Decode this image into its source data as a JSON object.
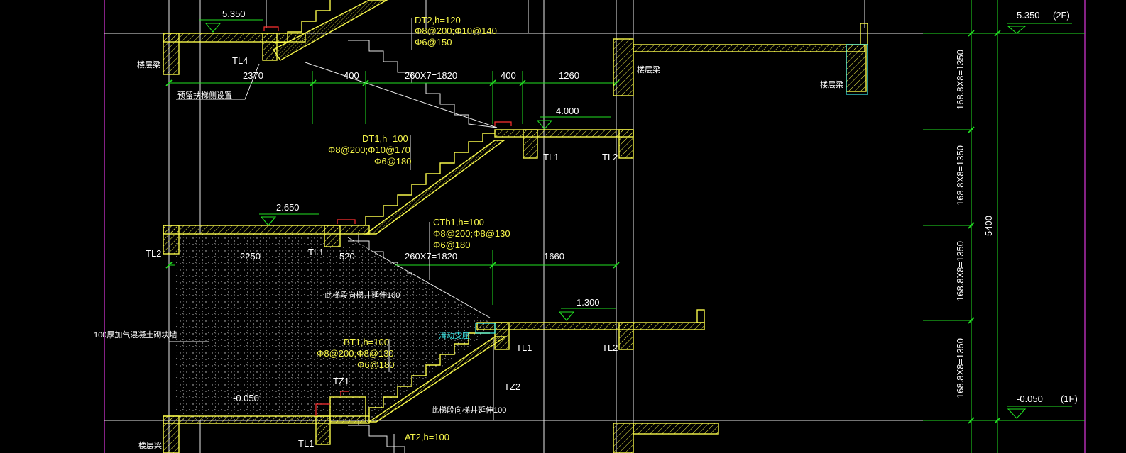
{
  "drawing": {
    "colors": {
      "background": "#000000",
      "concrete_outline": "#f7f74a",
      "dimension": "#22e022",
      "axis": "#cc33cc",
      "text": "#ffffff",
      "rebar_text": "#f7f74a",
      "note_cyan": "#3cf0f0",
      "red_marker": "#ff3030",
      "grid_white": "#ffffff"
    },
    "levels": {
      "top_left": "5.350",
      "landing_4000": "4.000",
      "landing_2650": "2.650",
      "landing_1300": "1.300",
      "ground_left": "-0.050",
      "right_2f": "5.350",
      "right_2f_tag": "(2F)",
      "right_1f": "-0.050",
      "right_1f_tag": "(1F)"
    },
    "dimensions": {
      "upper_row": [
        "2370",
        "400",
        "260X7=1820",
        "400",
        "1260"
      ],
      "lower_row": [
        "2250",
        "520",
        "260X7=1820",
        "1660"
      ],
      "vertical": [
        "168.8X8=1350",
        "168.8X8=1350",
        "168.8X8=1350",
        "168.8X8=1350"
      ],
      "total_vertical": "5400"
    },
    "flights": {
      "dt2": {
        "name": "DT2,h=120",
        "rebar1": "Φ8@200;Φ10@140",
        "rebar2": "Φ6@150"
      },
      "dt1": {
        "name": "DT1,h=100",
        "rebar1": "Φ8@200;Φ10@170",
        "rebar2": "Φ6@180"
      },
      "ctb1": {
        "name": "CTb1,h=100",
        "rebar1": "Φ8@200;Φ8@130",
        "rebar2": "Φ6@180"
      },
      "bt1": {
        "name": "BT1,h=100",
        "rebar1": "Φ8@200;Φ8@130",
        "rebar2": "Φ6@180"
      },
      "at2": {
        "name": "AT2,h=100"
      }
    },
    "beam_labels": {
      "tl4": "TL4",
      "tl1_a": "TL1",
      "tl2_a": "TL2",
      "tl2_left": "TL2",
      "tl1_b": "TL1",
      "tl1_c": "TL1",
      "tl2_b": "TL2",
      "tl1_bottom": "TL1",
      "tz1": "TZ1",
      "tz2": "TZ2"
    },
    "notes": {
      "floor_beam_left_top": "楼层梁",
      "floor_beam_right_a": "楼层梁",
      "floor_beam_right_b": "楼层梁",
      "floor_beam_left_bottom": "楼层梁",
      "precast_note": "预留扶梯侧设置",
      "wall_note": "100厚加气混凝土砌块墙",
      "well_note_upper": "此梯段向梯井延伸100",
      "well_note_lower": "此梯段向梯井延伸100",
      "slide_support": "滑动支座"
    }
  }
}
